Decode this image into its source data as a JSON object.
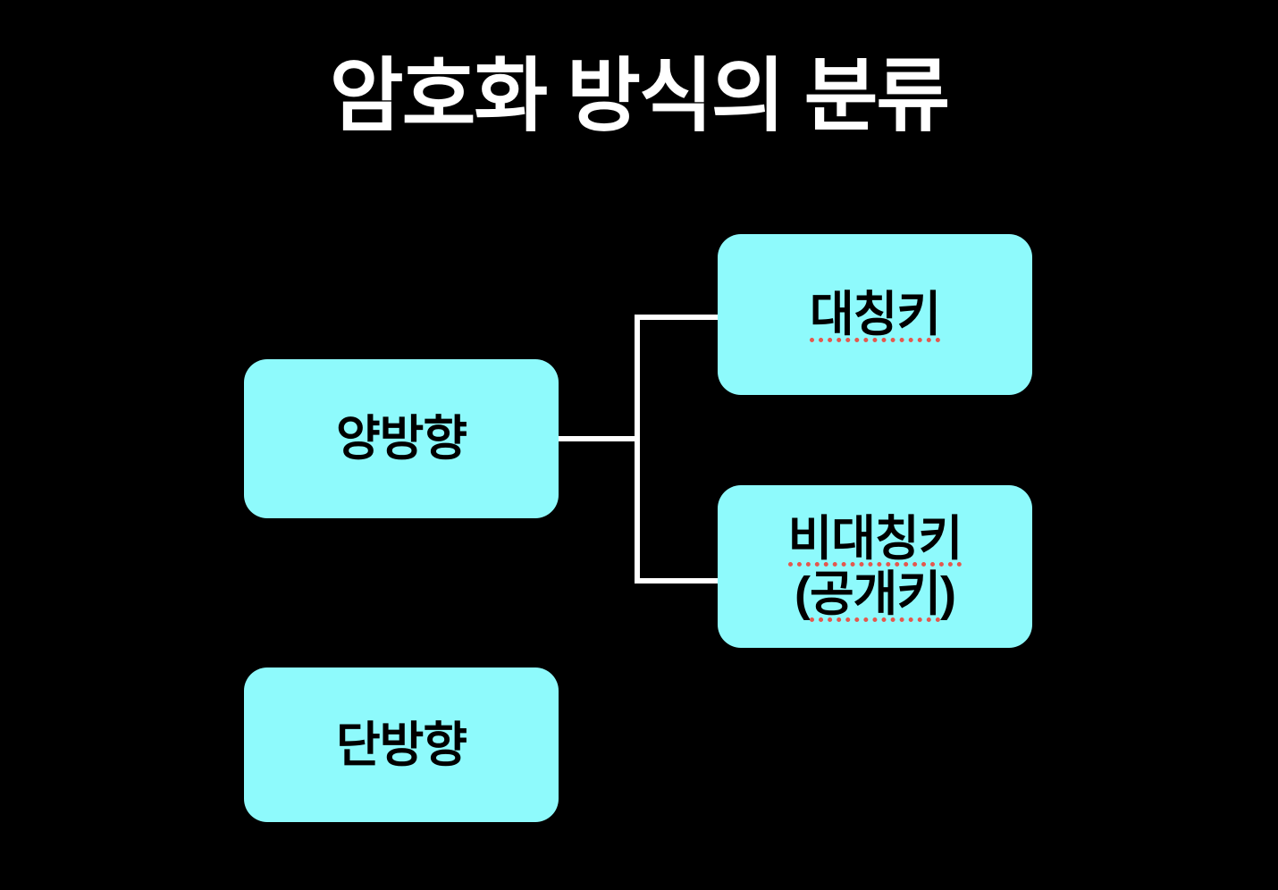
{
  "title": "암호화 방식의 분류",
  "colors": {
    "background": "#000000",
    "box_fill": "#8efafc",
    "box_text": "#000000",
    "title_text": "#ffffff",
    "connector": "#ffffff",
    "spellcheck_underline": "#e4584e"
  },
  "boxes": {
    "bidirectional": {
      "label": "양방향"
    },
    "symmetric": {
      "label": "대칭키"
    },
    "asymmetric": {
      "line1": "비대칭키",
      "paren_open": "(",
      "word": "공개키",
      "paren_close": ")"
    },
    "oneway": {
      "label": "단방향"
    }
  }
}
